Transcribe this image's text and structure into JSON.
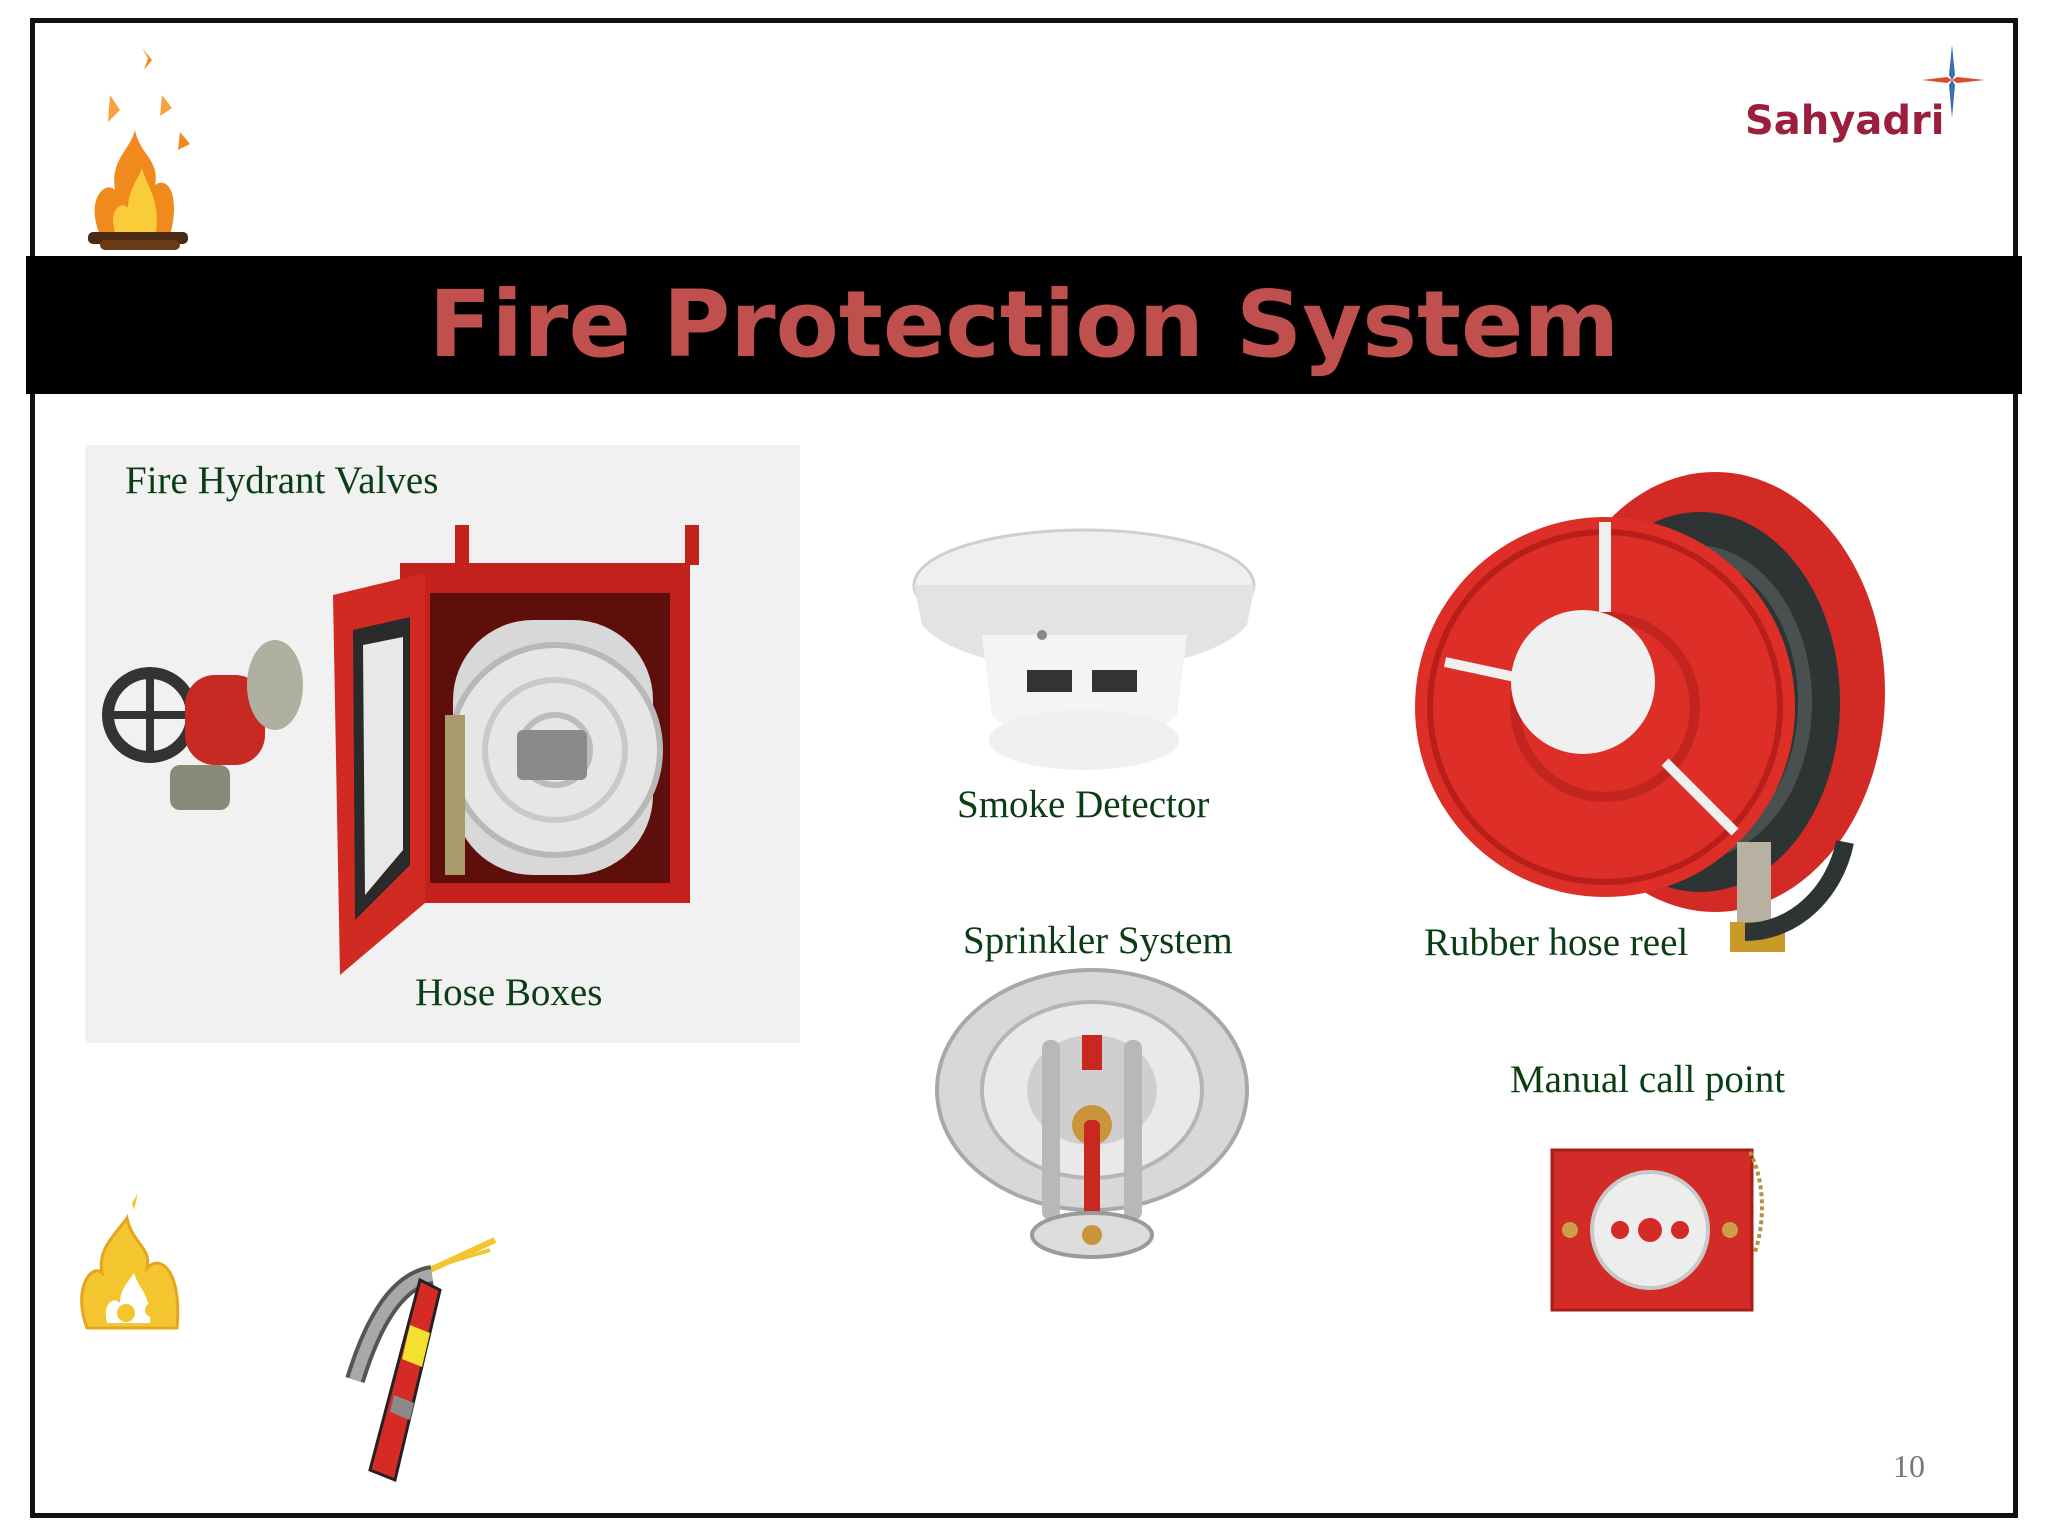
{
  "slide": {
    "title": "Fire Protection System",
    "page_number": "10"
  },
  "logo": {
    "text": "Sahyadri",
    "icon": "plus-sparkle-icon",
    "accent_colors": [
      "#3a6fb5",
      "#e04a2b"
    ]
  },
  "labels": {
    "fire_hydrant_valves": "Fire Hydrant Valves",
    "hose_boxes": "Hose Boxes",
    "smoke_detector": "Smoke Detector",
    "sprinkler_system": "Sprinkler System",
    "rubber_hose_reel": "Rubber hose reel",
    "manual_call_point": "Manual call point"
  },
  "images": [
    "campfire-icon",
    "hydrant-hose-box-photo",
    "smoke-detector-photo",
    "sprinkler-photo",
    "hose-reel-photo",
    "manual-call-point-photo",
    "flame-icon",
    "fire-extinguisher-icon"
  ],
  "colors": {
    "title": "#c0504d",
    "title_bar": "#000000",
    "label": "#0a3d14",
    "equipment_red": "#d42a25"
  }
}
